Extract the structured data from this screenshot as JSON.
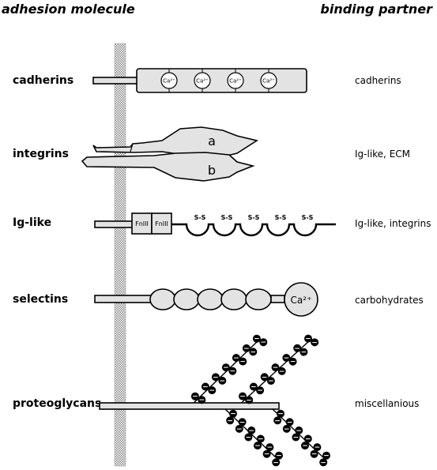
{
  "headers": {
    "left": "adhesion molecule",
    "right": "binding partner"
  },
  "rows": [
    {
      "molecule": "cadherins",
      "partner": "cadherins"
    },
    {
      "molecule": "integrins",
      "partner": "Ig-like, ECM"
    },
    {
      "molecule": "Ig-like",
      "partner": "Ig-like, integrins"
    },
    {
      "molecule": "selectins",
      "partner": "carbohydrates"
    },
    {
      "molecule": "proteoglycans",
      "partner": "miscellanious"
    }
  ],
  "labels": {
    "calcium_small": "Ca²⁺",
    "calcium_large": "Ca²⁺",
    "integrin_a": "a",
    "integrin_b": "b",
    "fniii": "FnIII",
    "disulfide": "S-S",
    "charge": "−"
  },
  "colors": {
    "fill": "#e3e3e3",
    "stroke": "#000000",
    "membrane": "#b5b5b5"
  }
}
